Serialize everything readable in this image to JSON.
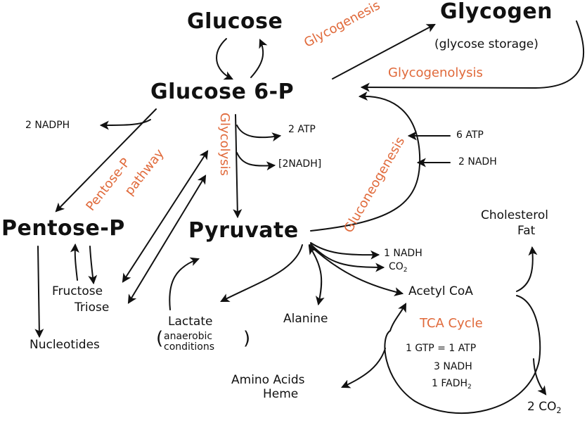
{
  "colors": {
    "ink": "#111111",
    "accent": "#e0693a",
    "background": "#ffffff"
  },
  "nodes": {
    "glucose": "Glucose",
    "glycogen": "Glycogen",
    "glycogen_note": "(glycose storage)",
    "glucose6p": "Glucose 6-P",
    "pentose_p": "Pentose-P",
    "pyruvate": "Pyruvate",
    "nadph": "2 NADPH",
    "atp2": "2 ATP",
    "nadh2_bracket": "[2NADH]",
    "atp6": "6 ATP",
    "nadh2": "2 NADH",
    "fructose": "Fructose",
    "triose": "Triose",
    "nucleotides": "Nucleotides",
    "lactate": "Lactate",
    "lactate_note_1": "anaerobic",
    "lactate_note_2": "conditions",
    "alanine": "Alanine",
    "nadh1": "1 NADH",
    "co2": "CO",
    "co2_sub": "2",
    "acetyl_coa": "Acetyl CoA",
    "cholesterol": "Cholesterol",
    "fat": "Fat",
    "tca_gtp": "1 GTP = 1 ATP",
    "tca_nadh": "3 NADH",
    "tca_fadh": "1 FADH",
    "tca_fadh_sub": "2",
    "amino_acids": "Amino Acids",
    "heme": "Heme",
    "co2_out": "2 CO",
    "co2_out_sub": "2"
  },
  "pathways": {
    "glycogenesis": "Glycogenesis",
    "glycogenolysis": "Glycogenolysis",
    "glycolysis": "Glycolysis",
    "gluconeogenesis": "Gluconeogenesis",
    "pentose_pathway_1": "Pentose-P",
    "pentose_pathway_2": "pathway",
    "tca_cycle": "TCA Cycle"
  }
}
